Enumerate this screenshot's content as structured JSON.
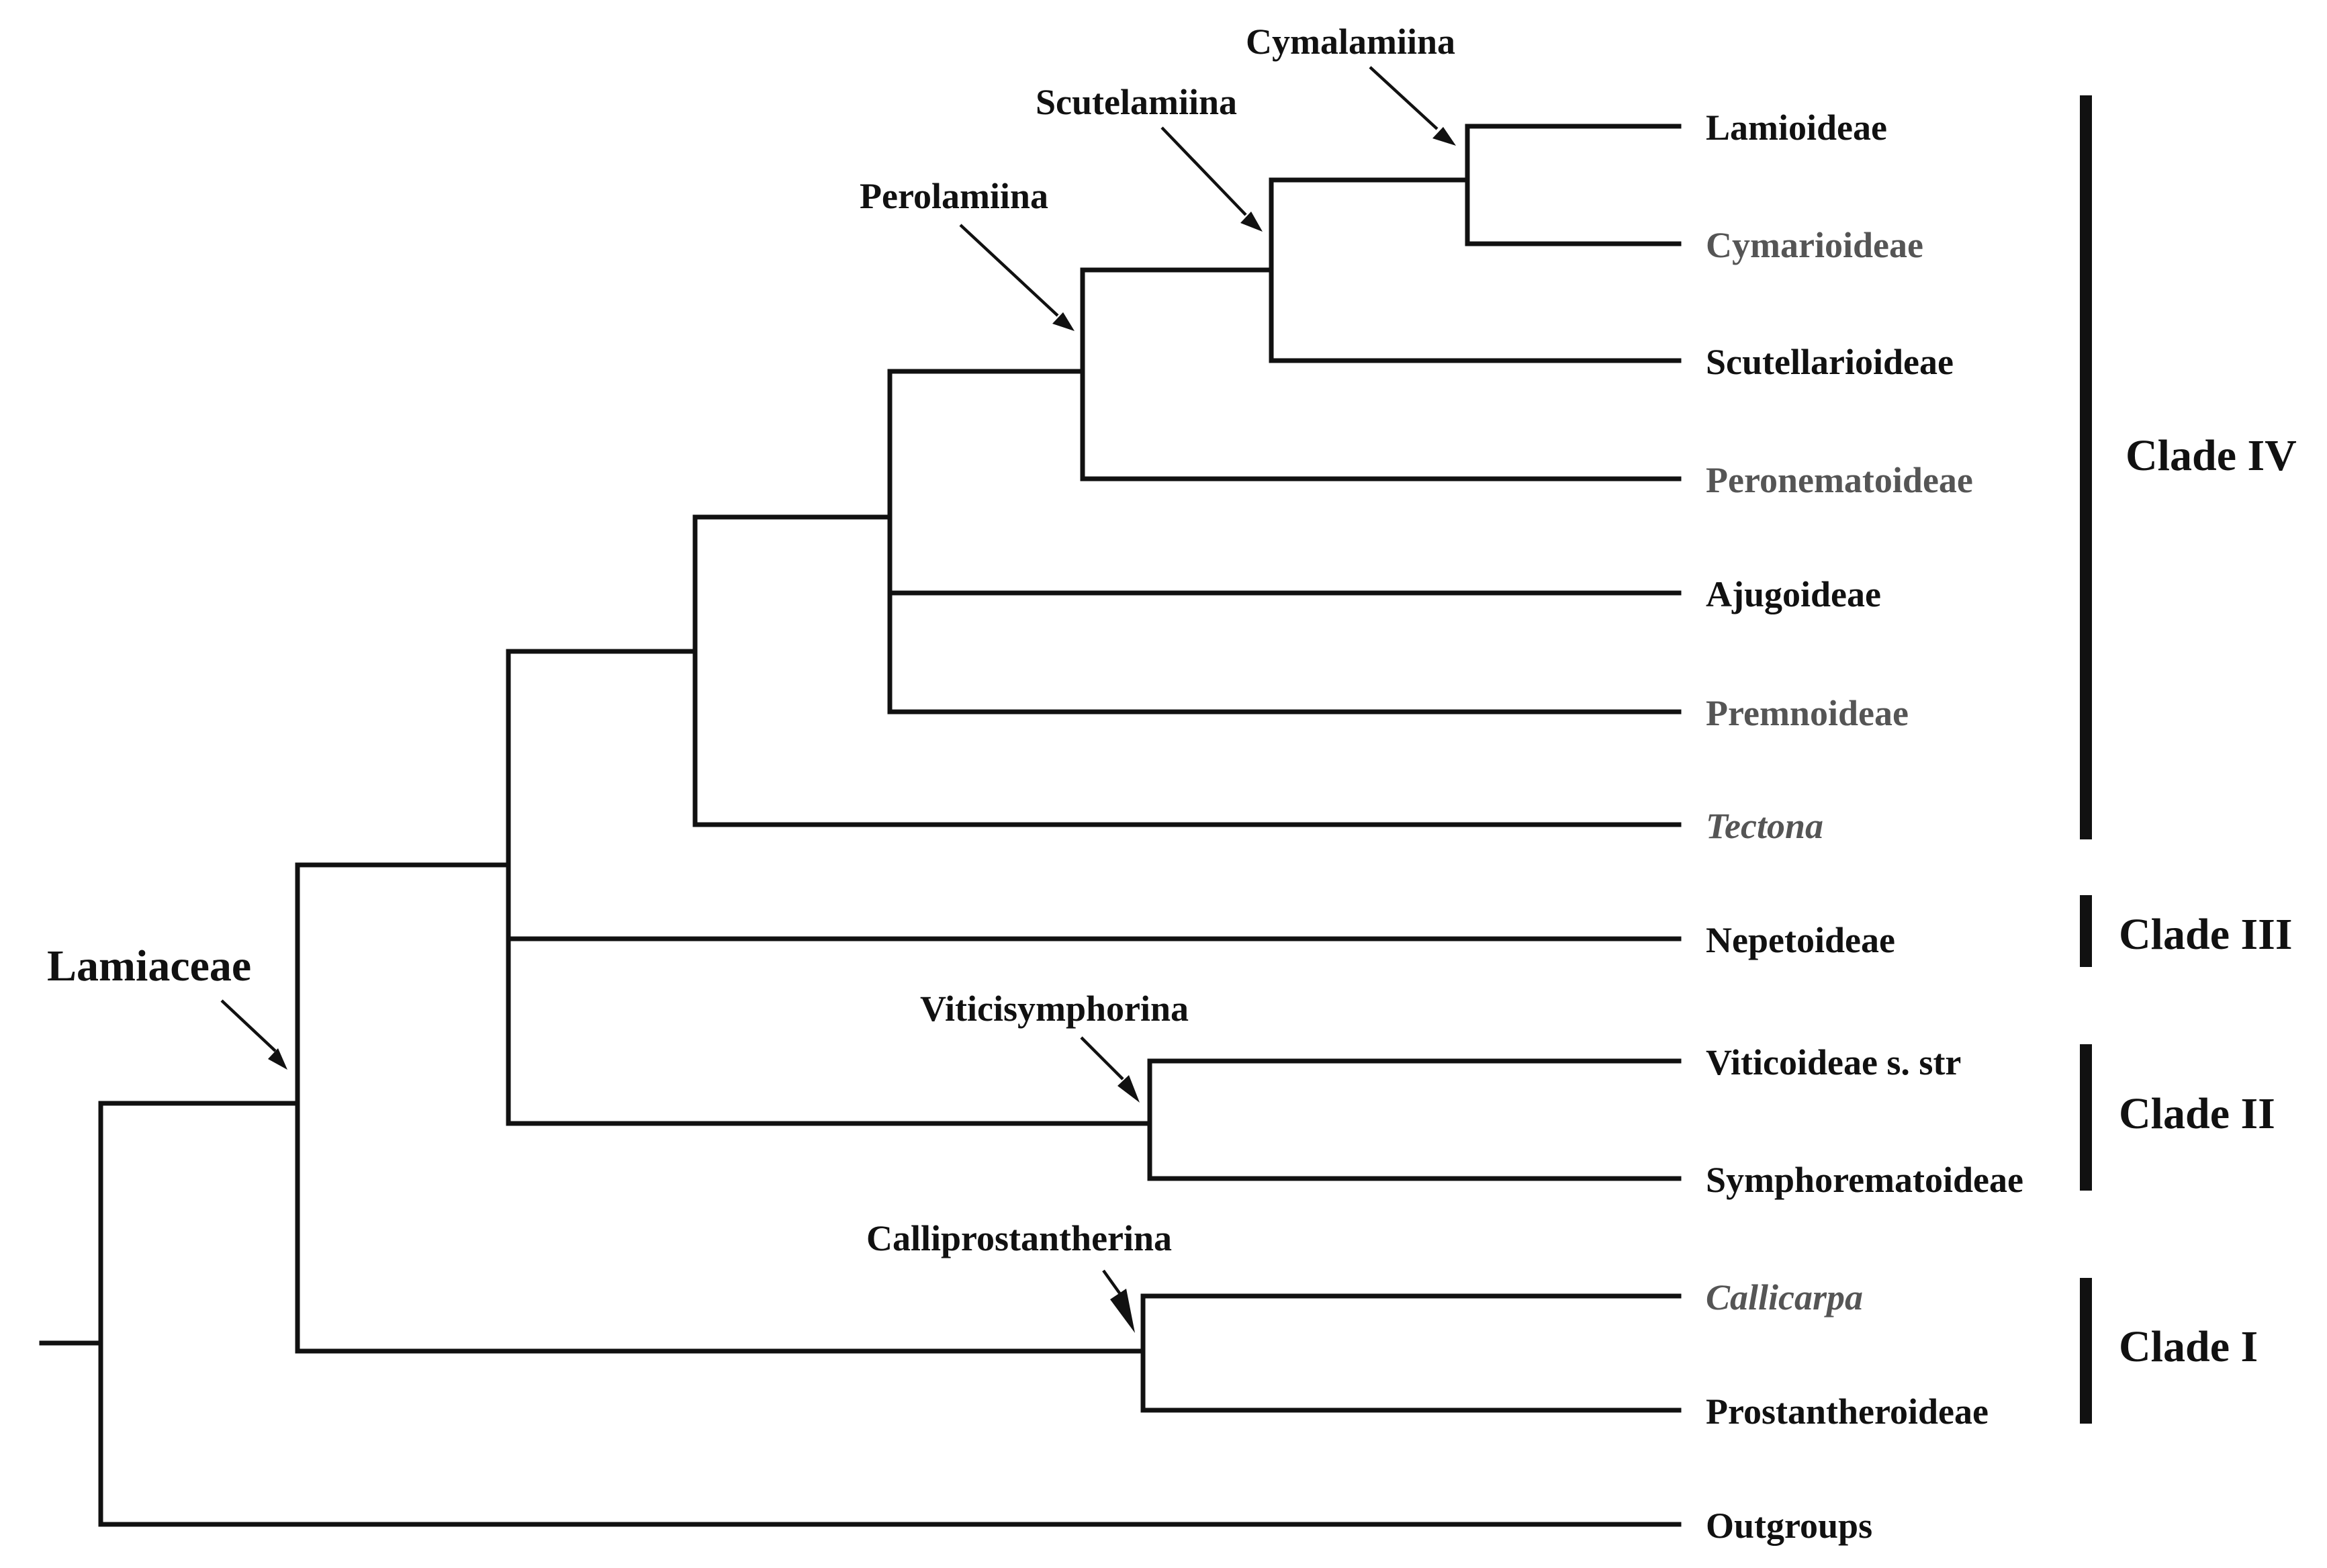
{
  "colors": {
    "line": "#111111",
    "tip_dark": "#111111",
    "tip_gray": "#555555"
  },
  "tips": [
    {
      "name": "Lamioideae",
      "italic": false,
      "tone": "dark"
    },
    {
      "name": "Cymarioideae",
      "italic": false,
      "tone": "gray"
    },
    {
      "name": "Scutellarioideae",
      "italic": false,
      "tone": "dark"
    },
    {
      "name": "Peronematoideae",
      "italic": false,
      "tone": "gray"
    },
    {
      "name": "Ajugoideae",
      "italic": false,
      "tone": "dark"
    },
    {
      "name": "Premnoideae",
      "italic": false,
      "tone": "gray"
    },
    {
      "name": "Tectona",
      "italic": true,
      "tone": "gray"
    },
    {
      "name": "Nepetoideae",
      "italic": false,
      "tone": "dark"
    },
    {
      "name": "Viticoideae s. str",
      "italic": false,
      "tone": "dark"
    },
    {
      "name": "Symphorematoideae",
      "italic": false,
      "tone": "dark"
    },
    {
      "name": "Callicarpa",
      "italic": true,
      "tone": "gray"
    },
    {
      "name": "Prostantheroideae",
      "italic": false,
      "tone": "dark"
    },
    {
      "name": "Outgroups",
      "italic": false,
      "tone": "dark"
    }
  ],
  "node_labels": {
    "lamiaceae": "Lamiaceae",
    "perolamiina": "Perolamiina",
    "scutelamiina": "Scutelamiina",
    "cymalamiina": "Cymalamiina",
    "viticisymphorina": "Viticisymphorina",
    "calliprostantherina": "Calliprostantherina"
  },
  "clades": [
    {
      "label": "Clade IV"
    },
    {
      "label": "Clade III"
    },
    {
      "label": "Clade II"
    },
    {
      "label": "Clade I"
    }
  ]
}
